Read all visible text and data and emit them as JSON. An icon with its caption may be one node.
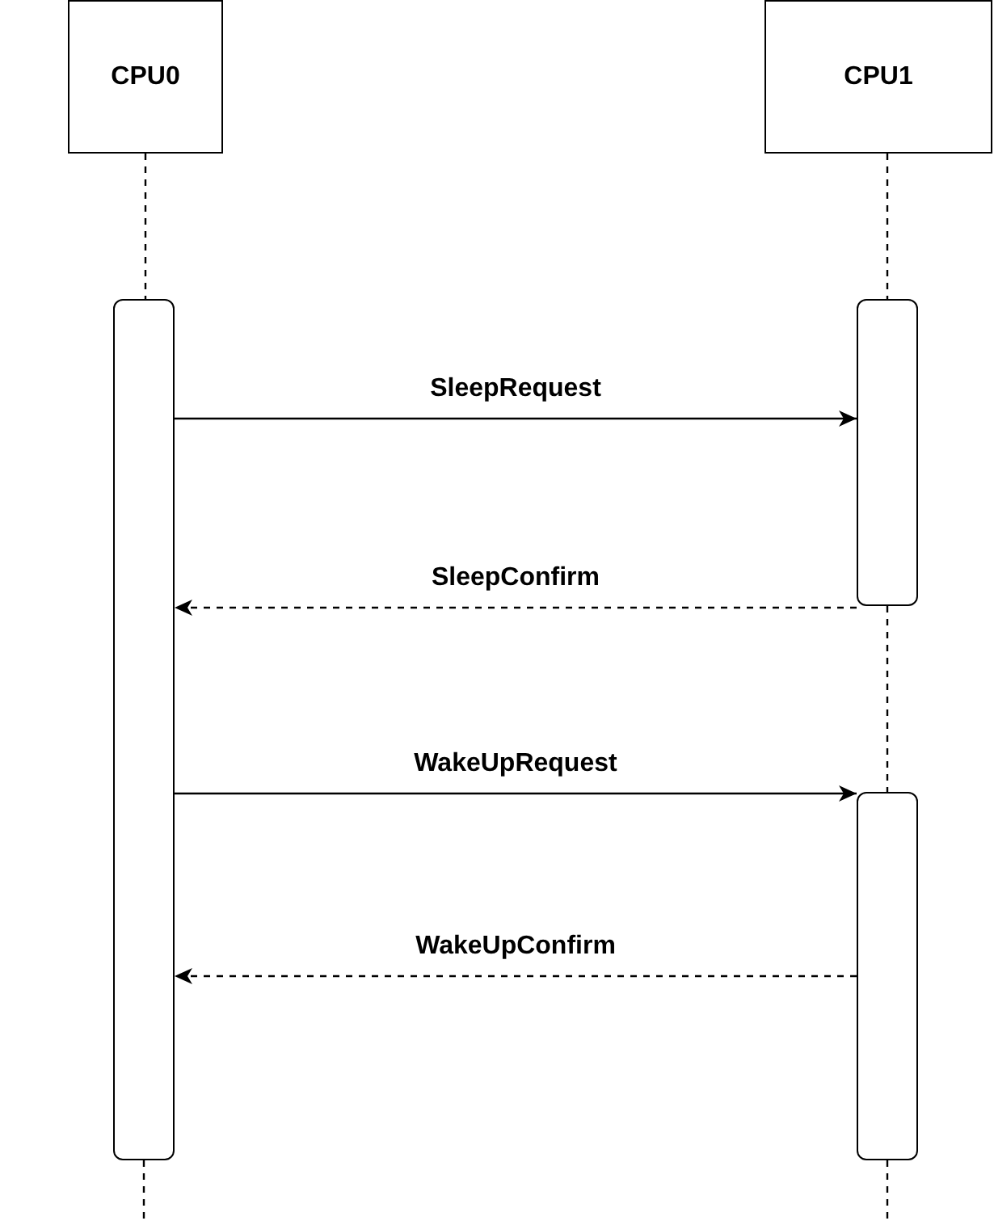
{
  "diagram": {
    "nodes": [
      {
        "text": [
          "CPU0"
        ]
      },
      {
        "text": [
          "CPU1"
        ]
      },
      {
        "text": [],
        "shape": "bar"
      },
      {
        "text": [],
        "shape": "bar"
      },
      {
        "text": [],
        "shape": "bar"
      }
    ],
    "edges": [
      {
        "from": 0,
        "to": 2,
        "arrow": "none",
        "style": "dashed"
      },
      {
        "from": 1,
        "to": 3,
        "arrow": "none",
        "style": "dashed"
      },
      {
        "from": 3,
        "to": 4,
        "arrow": "none",
        "style": "dashed"
      },
      {
        "from": 2,
        "to": null,
        "arrow": "none",
        "style": "dashed"
      },
      {
        "from": 4,
        "to": null,
        "arrow": "none",
        "style": "dashed"
      },
      {
        "from": 2,
        "to": 3,
        "arrow": "to",
        "label": "SleepRequest"
      },
      {
        "from": 3,
        "to": 2,
        "arrow": "to",
        "label": "SleepConfirm",
        "style": "dashed"
      },
      {
        "from": 2,
        "to": 4,
        "arrow": "to",
        "label": "WakeUpRequest"
      },
      {
        "from": 4,
        "to": 2,
        "arrow": "to",
        "label": "WakeUpConfirm",
        "style": "dashed"
      }
    ]
  }
}
